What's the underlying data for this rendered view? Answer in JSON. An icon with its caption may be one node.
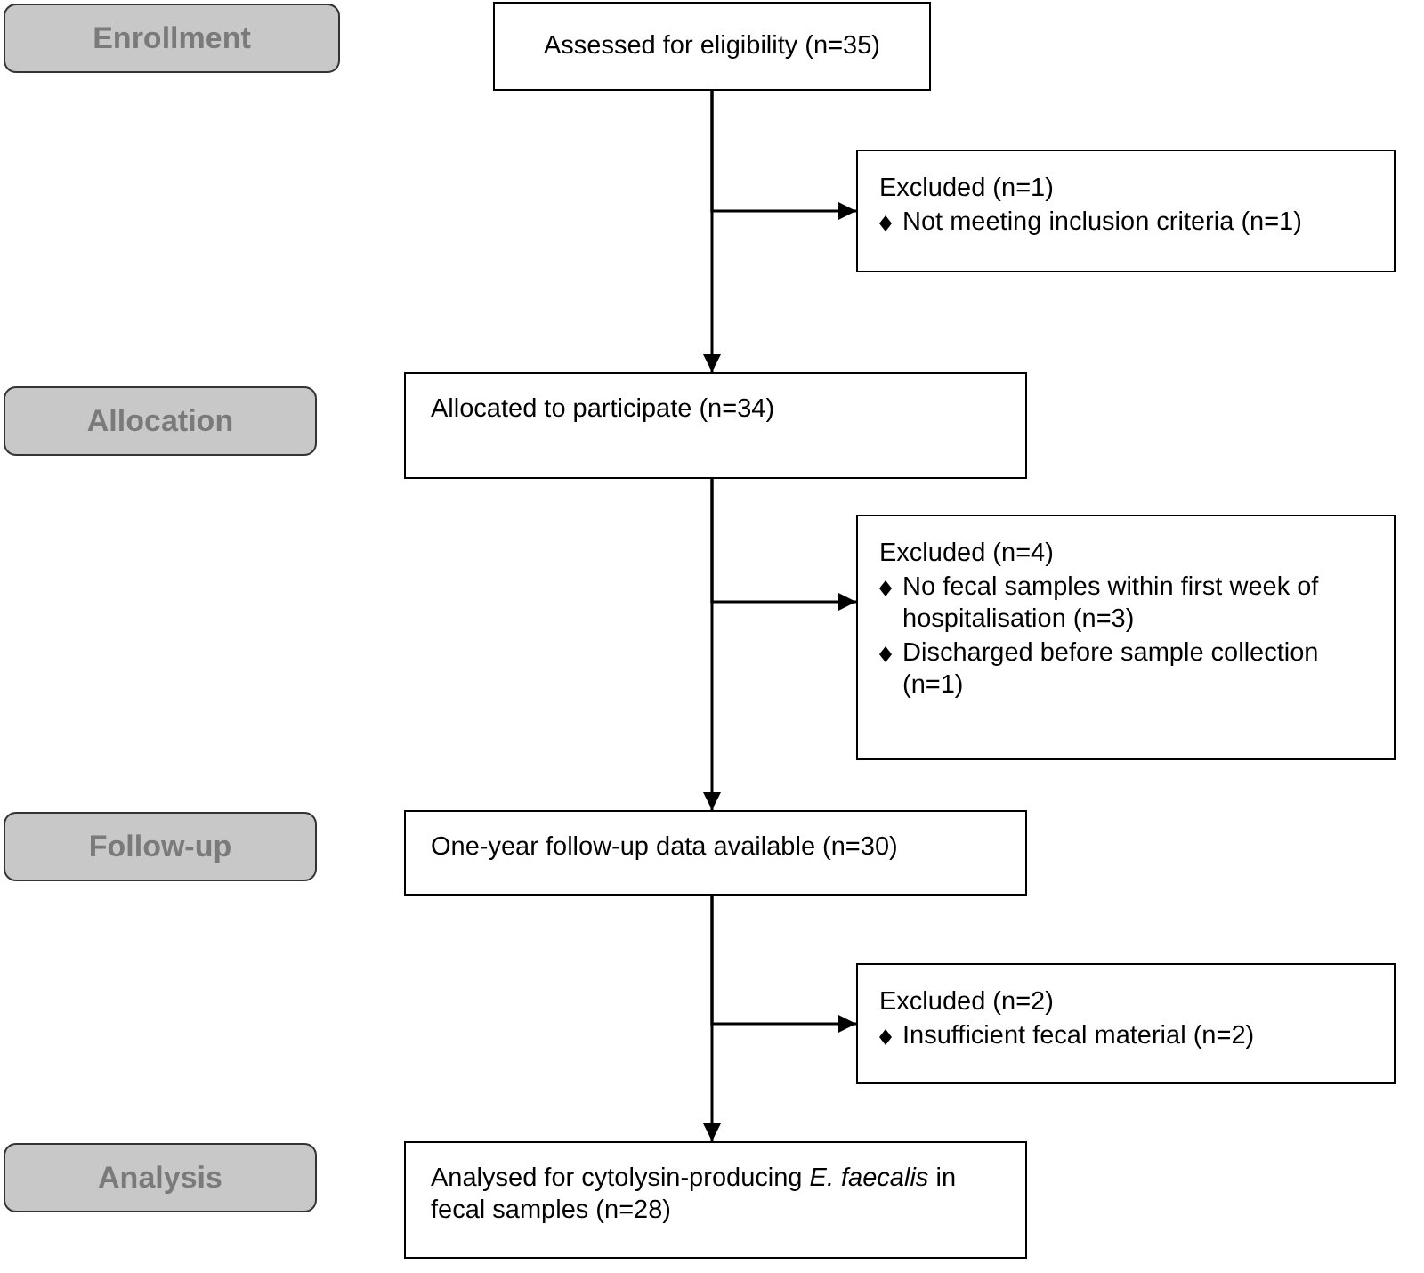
{
  "diagram": {
    "nodes": [
      {
        "text": [
          "Enrollment"
        ]
      },
      {
        "text": [
          "Assessed for eligibility (n=35)"
        ]
      },
      {
        "text": [
          "Excluded (n=1)",
          "Not meeting inclusion criteria (n=1)"
        ]
      },
      {
        "text": [
          "Allocation"
        ]
      },
      {
        "text": [
          "Allocated to participate (n=34)"
        ]
      },
      {
        "text": [
          "Excluded (n=4)",
          "No fecal samples within first week of hospitalisation (n=3)",
          "Discharged before sample collection (n=1)"
        ]
      },
      {
        "text": [
          "Follow-up"
        ]
      },
      {
        "text": [
          "One-year follow-up data available (n=30)"
        ]
      },
      {
        "text": [
          "Excluded (n=2)",
          "Insufficient fecal material (n=2)"
        ]
      },
      {
        "text": [
          "Analysis"
        ]
      },
      {
        "text": [
          "Analysed for cytolysin-producing *E. faecalis* in fecal samples (n=28)"
        ]
      }
    ],
    "edges": [
      {
        "from": 1,
        "to": 4,
        "arrow": "to"
      },
      {
        "from": 1,
        "to": 2,
        "arrow": "to"
      },
      {
        "from": 4,
        "to": 7,
        "arrow": "to"
      },
      {
        "from": 4,
        "to": 5,
        "arrow": "to"
      },
      {
        "from": 7,
        "to": 10,
        "arrow": "to"
      },
      {
        "from": 7,
        "to": 8,
        "arrow": "to"
      }
    ]
  }
}
